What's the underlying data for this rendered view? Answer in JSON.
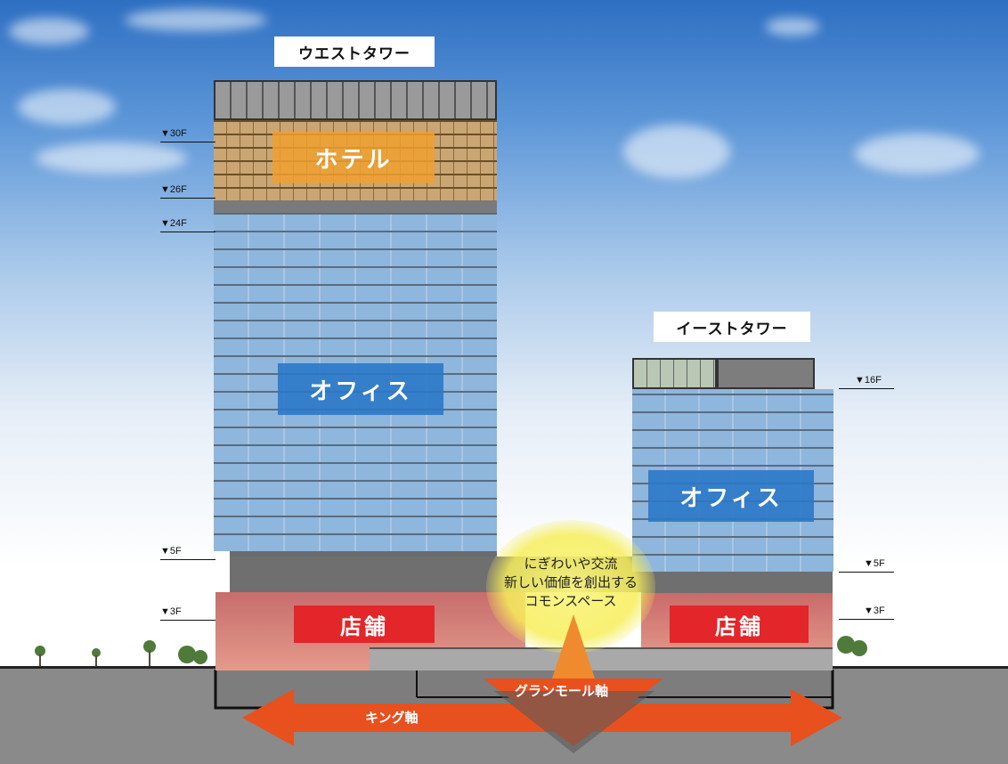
{
  "west_tower": {
    "title": "ウエストタワー",
    "zones": {
      "hotel": "ホテル",
      "office": "オフィス",
      "retail": "店舗"
    },
    "floor_marks": [
      "▼30F",
      "▼26F",
      "▼24F",
      "▼5F",
      "▼3F"
    ]
  },
  "east_tower": {
    "title": "イーストタワー",
    "zones": {
      "office": "オフィス",
      "retail": "店舗"
    },
    "floor_marks": [
      "▼16F",
      "▼5F",
      "▼3F"
    ]
  },
  "commons": {
    "line1": "にぎわいや交流",
    "line2": "新しい価値を創出する",
    "line3": "コモンスペース"
  },
  "axes": {
    "grand_mall": "グランモール軸",
    "king": "キング軸"
  },
  "colors": {
    "hotel": "#f0a030",
    "office": "#2b78c8",
    "retail": "#e3262a",
    "arrow": "#e8501e",
    "commons_glow": "#f6ee5a"
  }
}
